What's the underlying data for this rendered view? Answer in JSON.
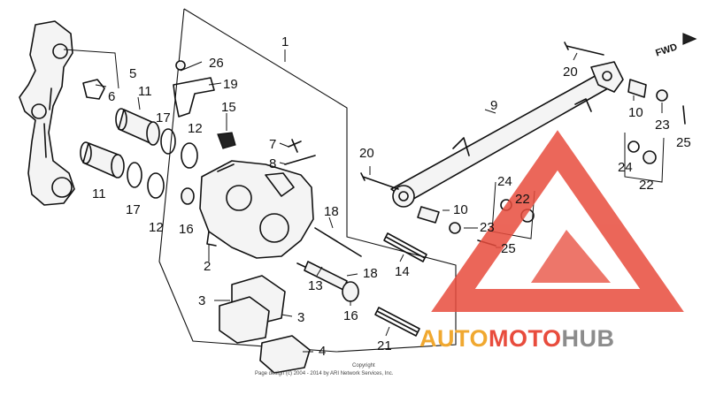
{
  "diagram": {
    "fwd_label": "FWD",
    "copyright_lines": [
      "Copyright",
      "Page design (c) 2004 - 2014 by ARI Network Services, Inc."
    ],
    "callouts": [
      {
        "id": "c1",
        "label": "1"
      },
      {
        "id": "c2",
        "label": "2"
      },
      {
        "id": "c3a",
        "label": "3"
      },
      {
        "id": "c3b",
        "label": "3"
      },
      {
        "id": "c4",
        "label": "4"
      },
      {
        "id": "c5",
        "label": "5"
      },
      {
        "id": "c6",
        "label": "6"
      },
      {
        "id": "c7",
        "label": "7"
      },
      {
        "id": "c8",
        "label": "8"
      },
      {
        "id": "c9",
        "label": "9"
      },
      {
        "id": "c10a",
        "label": "10"
      },
      {
        "id": "c10b",
        "label": "10"
      },
      {
        "id": "c11a",
        "label": "11"
      },
      {
        "id": "c11b",
        "label": "11"
      },
      {
        "id": "c12a",
        "label": "12"
      },
      {
        "id": "c12b",
        "label": "12"
      },
      {
        "id": "c13",
        "label": "13"
      },
      {
        "id": "c14",
        "label": "14"
      },
      {
        "id": "c15",
        "label": "15"
      },
      {
        "id": "c16a",
        "label": "16"
      },
      {
        "id": "c16b",
        "label": "16"
      },
      {
        "id": "c17a",
        "label": "17"
      },
      {
        "id": "c17b",
        "label": "17"
      },
      {
        "id": "c18a",
        "label": "18"
      },
      {
        "id": "c18b",
        "label": "18"
      },
      {
        "id": "c19",
        "label": "19"
      },
      {
        "id": "c20a",
        "label": "20"
      },
      {
        "id": "c20b",
        "label": "20"
      },
      {
        "id": "c21",
        "label": "21"
      },
      {
        "id": "c22a",
        "label": "22"
      },
      {
        "id": "c22b",
        "label": "22"
      },
      {
        "id": "c23a",
        "label": "23"
      },
      {
        "id": "c23b",
        "label": "23"
      },
      {
        "id": "c24a",
        "label": "24"
      },
      {
        "id": "c24b",
        "label": "24"
      },
      {
        "id": "c25a",
        "label": "25"
      },
      {
        "id": "c25b",
        "label": "25"
      },
      {
        "id": "c26",
        "label": "26"
      }
    ]
  },
  "watermark": {
    "brand_part_1": "AUTO",
    "brand_part_2": "MOTO",
    "brand_part_3": "HUB",
    "colors": {
      "red": "#e84c3d",
      "orange": "#f0a830",
      "gray": "#8c8c8c"
    }
  }
}
